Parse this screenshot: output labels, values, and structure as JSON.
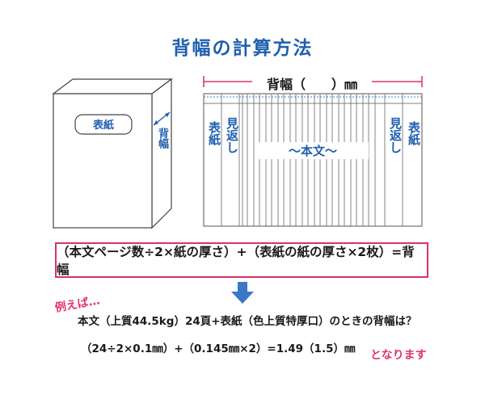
{
  "title": "背幅の計算方法",
  "book": {
    "cover_label": "表紙",
    "spine_label": "背幅"
  },
  "cross_section": {
    "width_label": "背幅（　　）㎜",
    "left_cover": "表紙",
    "left_endpaper": "見返し",
    "body_text": "〜本文〜",
    "right_endpaper": "見返し",
    "right_cover": "表紙"
  },
  "formula": "（本文ページ数÷2×紙の厚さ）+（表紙の紙の厚さ×2枚）=背幅",
  "example": {
    "label": "例えば…",
    "question": "本文（上質44.5kg）24頁+表紙（色上質特厚口）のときの背幅は？",
    "calculation": "（24÷2×0.1㎜）+（0.145㎜×2）=1.49（1.5）㎜",
    "answer_suffix": "となります"
  },
  "colors": {
    "title_blue": "#1f5fae",
    "accent_pink": "#d6336c",
    "arrow_blue": "#3a78c8"
  }
}
